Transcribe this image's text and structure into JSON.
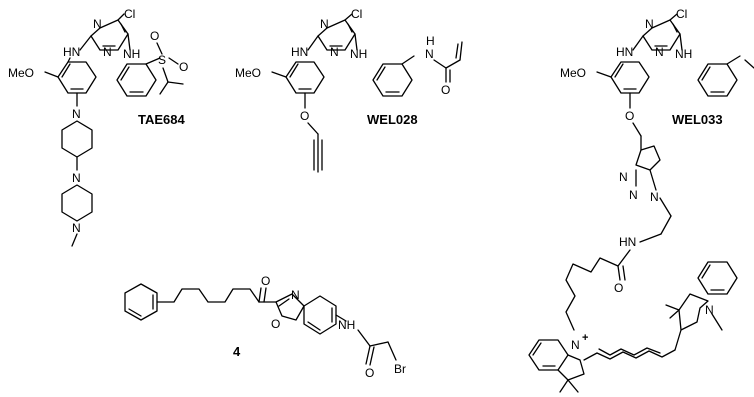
{
  "compounds": [
    {
      "id": "tae684",
      "name": "TAE684",
      "atoms": {
        "cl": "Cl",
        "n1": "N",
        "n2": "N",
        "hn_left": "HN",
        "nh_right": "NH",
        "ome": "MeO",
        "s": "S",
        "o1": "O",
        "o2": "O",
        "n_pip": "N",
        "n_pz1": "N",
        "n_pz2": "N"
      }
    },
    {
      "id": "wel028",
      "name": "WEL028",
      "atoms": {
        "cl": "Cl",
        "n1": "N",
        "n2": "N",
        "hn_left": "HN",
        "nh_right": "NH",
        "ome": "MeO",
        "o_ether": "O",
        "amide_h": "H",
        "amide_n": "N",
        "amide_o": "O"
      }
    },
    {
      "id": "wel033",
      "name": "WEL033",
      "atoms": {
        "cl": "Cl",
        "n1": "N",
        "n2": "N",
        "hn_left": "HN",
        "nh_right": "NH",
        "ome": "MeO",
        "o_ether": "O",
        "tri_n1": "N",
        "tri_n2": "N",
        "tri_n3": "N",
        "hn_linker": "HN",
        "amide_o": "O",
        "dye_n1": "N",
        "dye_plus": "+",
        "dye_n2": "N"
      }
    },
    {
      "id": "cmpd4",
      "name": "4",
      "atoms": {
        "keto_o": "O",
        "ox_n": "N",
        "ox_o": "O",
        "nh": "NH",
        "amide_o": "O",
        "br": "Br"
      }
    }
  ]
}
